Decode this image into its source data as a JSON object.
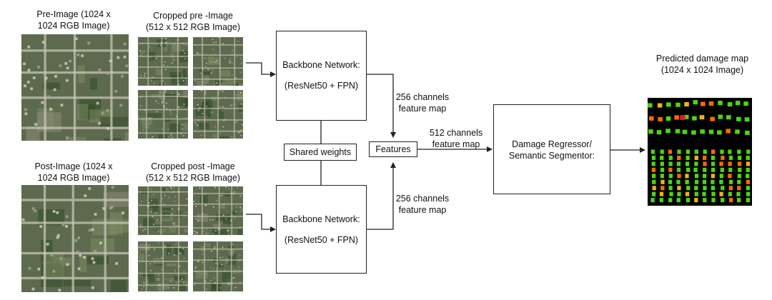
{
  "labels": {
    "pre_image": "Pre-Image (1024 x\n1024 RGB Image)",
    "cropped_pre": "Cropped pre -Image\n(512 x 512 RGB Image)",
    "post_image": "Post-Image (1024 x\n1024 RGB Image)",
    "cropped_post": "Cropped post -Image\n(512 x 512 RGB Image)",
    "predicted_map": "Predicted damage map\n(1024 x 1024 Image)"
  },
  "backbone_top": {
    "line1": "Backbone Network:",
    "line2": "(ResNet50 + FPN)"
  },
  "backbone_bottom": {
    "line1": "Backbone Network:",
    "line2": "(ResNet50 + FPN)"
  },
  "shared_weights": "Shared weights",
  "features": "Features",
  "edge_labels": {
    "top_feature": "256 channels\nfeature map",
    "bottom_feature": "256 channels\nfeature map",
    "merged_feature": "512 channels\nfeature map"
  },
  "regressor": "Damage Regressor/\nSemantic Segmentor:",
  "colors": {
    "aerial_base": "#5d6a4e",
    "road": "#c9c6b8",
    "tree": "#2f4a25",
    "undamaged": "#4cd612",
    "minor_damage": "#f2b21a",
    "major_damage": "#ff6a00",
    "destroyed": "#e41a1a",
    "background_map": "#000000"
  }
}
